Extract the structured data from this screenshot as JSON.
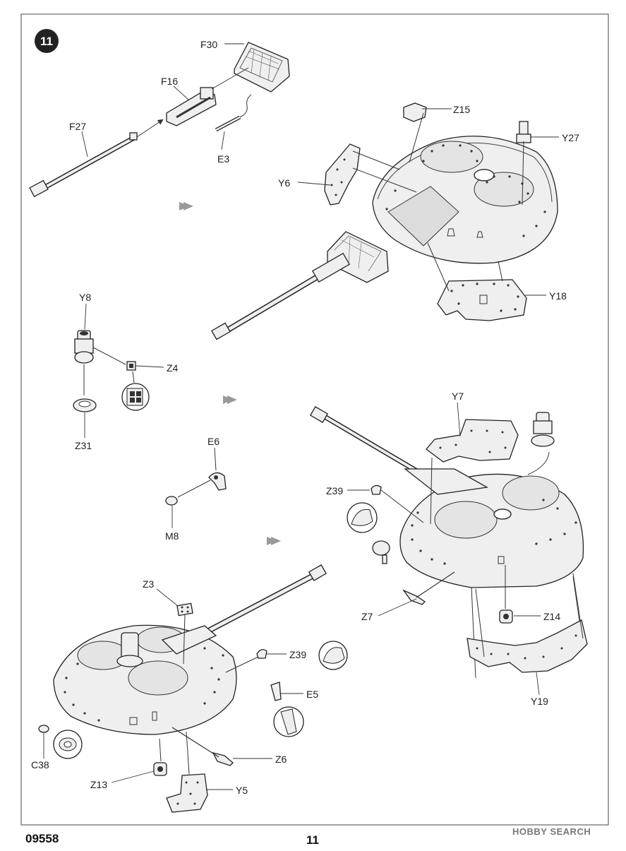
{
  "step": {
    "number": "11"
  },
  "labels": {
    "F30": "F30",
    "F16": "F16",
    "F27": "F27",
    "E3": "E3",
    "Z15": "Z15",
    "Y27": "Y27",
    "Y6": "Y6",
    "Y18": "Y18",
    "Y8": "Y8",
    "Z4": "Z4",
    "Z31": "Z31",
    "E6": "E6",
    "M8": "M8",
    "Y7": "Y7",
    "Z39a": "Z39",
    "Z7": "Z7",
    "Z14": "Z14",
    "Y19": "Y19",
    "Z3": "Z3",
    "Z39b": "Z39",
    "E5": "E5",
    "C38": "C38",
    "Z6": "Z6",
    "Z13": "Z13",
    "Y5": "Y5"
  },
  "footer": {
    "code": "09558",
    "page": "11"
  },
  "watermark": {
    "text": "HOBBY SEARCH"
  }
}
